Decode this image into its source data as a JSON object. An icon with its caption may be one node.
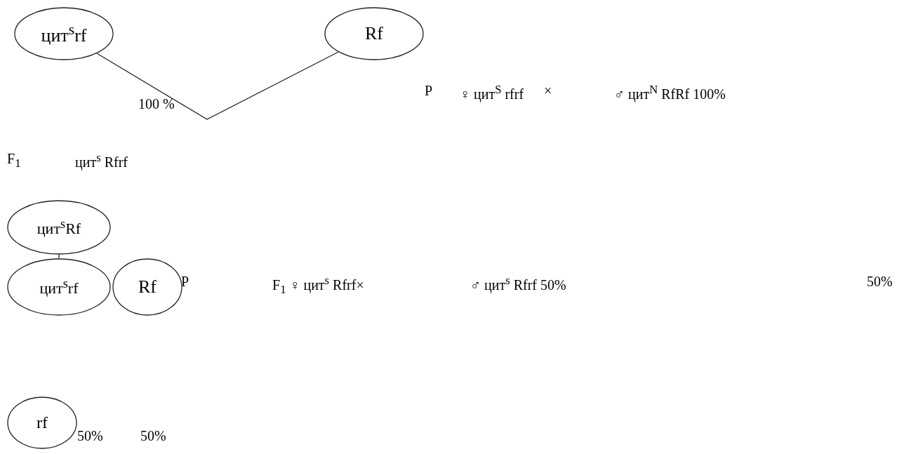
{
  "diagram": {
    "nodes": [
      {
        "text": [
          "цит$^{s}$rf"
        ]
      },
      {
        "text": [
          "Rf"
        ]
      },
      {
        "text": [
          "цит$^{s}$Rf"
        ]
      },
      {
        "text": [
          "цит$^{s}$rf"
        ]
      },
      {
        "text": [
          "Rf"
        ]
      },
      {
        "text": [
          "rf"
        ]
      }
    ],
    "edges": [
      {
        "from": 0,
        "to": 1,
        "arrow": "none"
      },
      {
        "from": 2,
        "to": 3,
        "arrow": "none"
      }
    ],
    "labels": [
      "P",
      "♀ цит$^{S}$ rfrf",
      "×",
      "♂ цит$^{N}$ RfRf 100%",
      "100 %",
      "F$_{1}$",
      "цит$^{s}$ Rfrf",
      "P",
      "F$_{1}$ ♀ цит$^{s}$ Rfrf×",
      "♂ цит$^{s}$ Rfrf 50%",
      "50%",
      "50%",
      "50%"
    ]
  }
}
